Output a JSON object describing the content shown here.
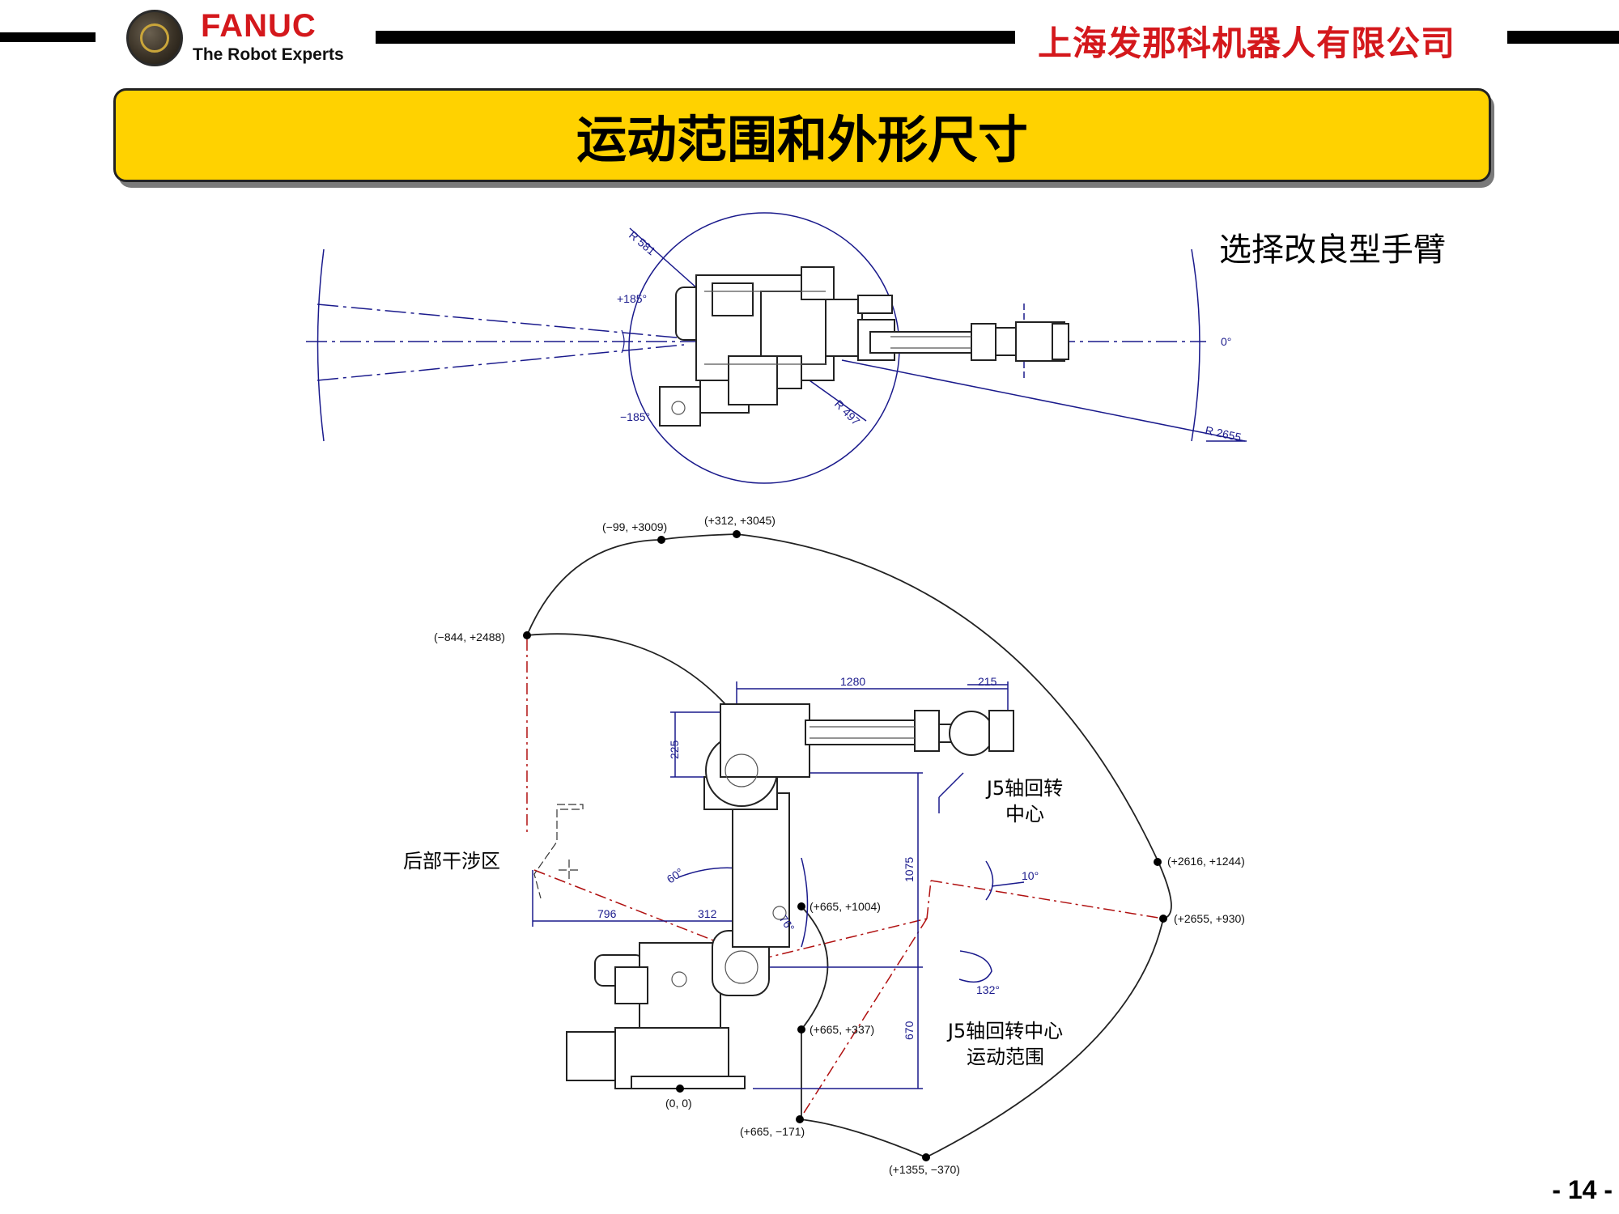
{
  "header": {
    "brand_name": "FANUC",
    "brand_tagline": "The Robot Experts",
    "company_name": "上海发那科机器人有限公司"
  },
  "title": "运动范围和外形尺寸",
  "arm_option": "选择改良型手臂",
  "top_view": {
    "r581": "R 581",
    "r497": "R 497",
    "r2655": "R 2655",
    "angle_pos": "+185°",
    "angle_neg": "−185°",
    "angle_zero": "0°"
  },
  "side_view": {
    "points": {
      "p1": "(−99, +3009)",
      "p2": "(+312, +3045)",
      "p3": "(−844, +2488)",
      "p4": "(+2616, +1244)",
      "p5": "(+2655, +930)",
      "p6": "(+665, +1004)",
      "p7": "(+665, +337)",
      "p8": "(0, 0)",
      "p9": "(+665, −171)",
      "p10": "(+1355, −370)"
    },
    "dims": {
      "d1280": "1280",
      "d215": "215",
      "d225": "225",
      "d1075": "1075",
      "d670": "670",
      "d796": "796",
      "d312": "312"
    },
    "angles": {
      "a60": "60°",
      "a76": "76°",
      "a10": "10°",
      "a132": "132°"
    },
    "labels": {
      "j5_center_line1": "J5轴回转",
      "j5_center_line2": "中心",
      "rear_interference": "后部干涉区",
      "j5_range_line1": "J5轴回转中心",
      "j5_range_line2": "运动范围"
    }
  },
  "page_number": "- 14 -",
  "colors": {
    "brand_red": "#d4181c",
    "title_yellow": "#ffd200",
    "dimension_blue": "#1a1a8c",
    "range_red": "#b01010"
  }
}
